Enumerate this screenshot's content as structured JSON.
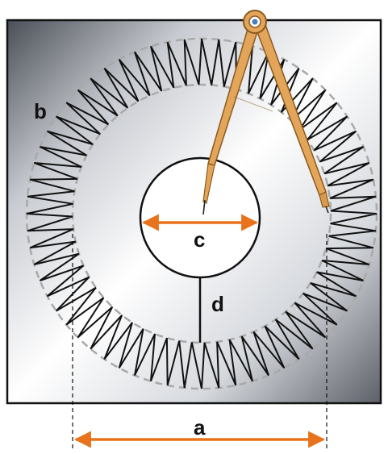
{
  "labels": {
    "outer_diameter": "a",
    "outer_ring": "b",
    "center_diameter": "c",
    "radius_line": "d"
  },
  "colors": {
    "arrow": "#E8731C",
    "compass_body": "#E3A559",
    "compass_outline": "#8A5A1E",
    "guide_circle": "#A9A9A9",
    "ink": "#111111"
  },
  "diagram": {
    "ring_teeth_count": 64,
    "icons": [
      "compass-icon",
      "orange-arrow-icon"
    ]
  }
}
